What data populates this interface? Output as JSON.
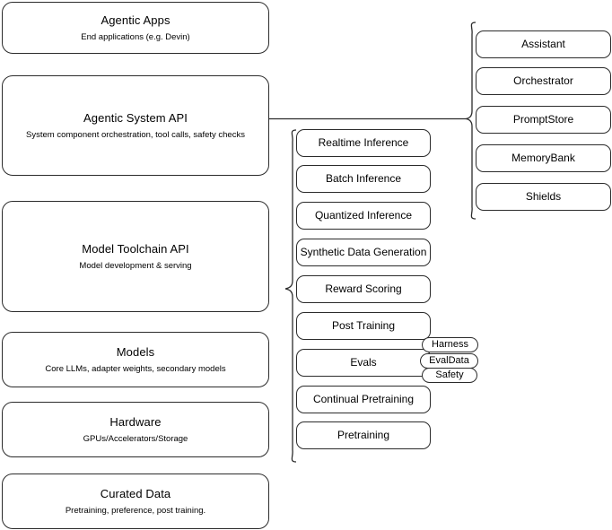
{
  "diagram": {
    "title": "Agentic stack layer diagram",
    "accent_color": "#2b2b2b",
    "background_color": "#ffffff"
  },
  "layers": [
    {
      "id": "agentic-apps",
      "title": "Agentic Apps",
      "subtitle": "End applications (e.g. Devin)"
    },
    {
      "id": "agentic-system-api",
      "title": "Agentic System API",
      "subtitle": "System component orchestration, tool calls, safety checks"
    },
    {
      "id": "model-toolchain-api",
      "title": "Model Toolchain API",
      "subtitle": "Model development & serving"
    },
    {
      "id": "models",
      "title": "Models",
      "subtitle": "Core LLMs, adapter weights, secondary models"
    },
    {
      "id": "hardware",
      "title": "Hardware",
      "subtitle": "GPUs/Accelerators/Storage"
    },
    {
      "id": "curated-data",
      "title": "Curated Data",
      "subtitle": "Pretraining, preference, post training."
    }
  ],
  "toolchain_capabilities": [
    {
      "id": "realtime-inference",
      "label": "Realtime Inference"
    },
    {
      "id": "batch-inference",
      "label": "Batch Inference"
    },
    {
      "id": "quantized-inference",
      "label": "Quantized Inference"
    },
    {
      "id": "synthetic-data-generation",
      "label": "Synthetic Data Generation"
    },
    {
      "id": "reward-scoring",
      "label": "Reward Scoring"
    },
    {
      "id": "post-training",
      "label": "Post Training"
    },
    {
      "id": "evals",
      "label": "Evals"
    },
    {
      "id": "continual-pretraining",
      "label": "Continual Pretraining"
    },
    {
      "id": "pretraining",
      "label": "Pretraining"
    }
  ],
  "evals_tags": [
    {
      "id": "harness",
      "label": "Harness"
    },
    {
      "id": "evaldata",
      "label": "EvalData"
    },
    {
      "id": "safety",
      "label": "Safety"
    }
  ],
  "system_components": [
    {
      "id": "assistant",
      "label": "Assistant"
    },
    {
      "id": "orchestrator",
      "label": "Orchestrator"
    },
    {
      "id": "promptstore",
      "label": "PromptStore"
    },
    {
      "id": "memorybank",
      "label": "MemoryBank"
    },
    {
      "id": "shields",
      "label": "Shields"
    }
  ]
}
